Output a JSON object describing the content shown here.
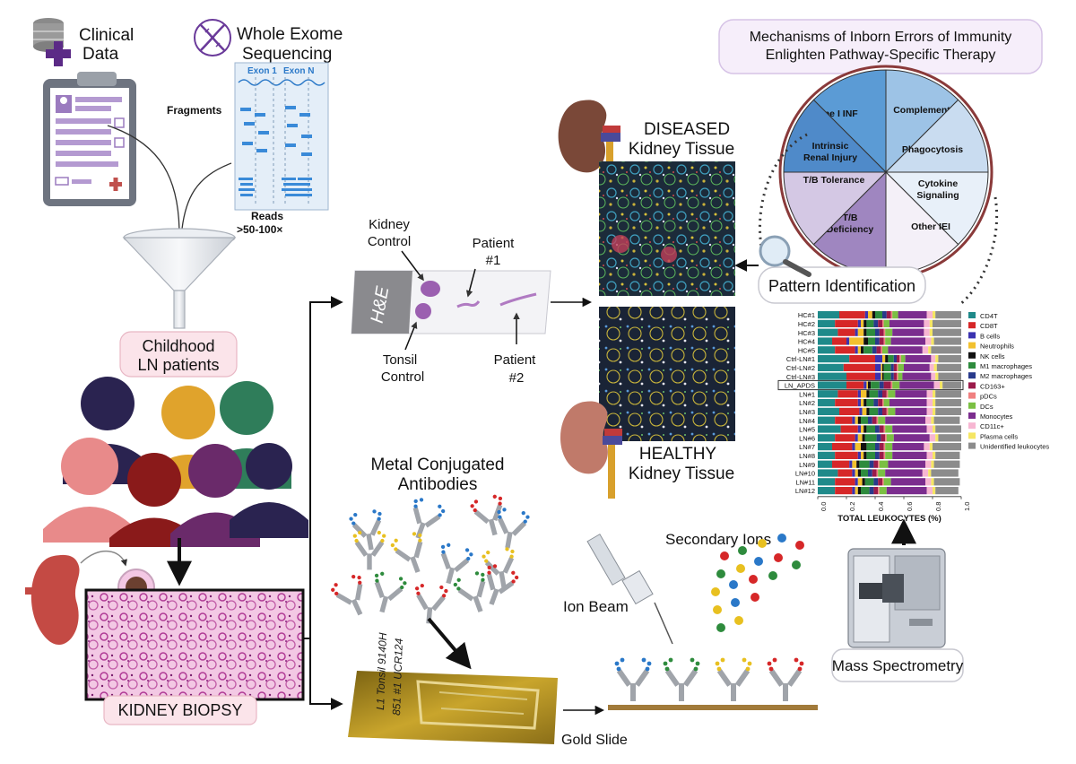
{
  "clinical": {
    "title_line1": "Clinical",
    "title_line2": "Data"
  },
  "wes": {
    "title_line1": "Whole Exome",
    "title_line2": "Sequencing",
    "exon1": "Exon 1",
    "exonN": "Exon N",
    "fragments": "Fragments",
    "reads_line1": "Reads",
    "reads_line2": ">50-100×"
  },
  "patients": {
    "label_line1": "Childhood",
    "label_line2": "LN patients"
  },
  "biopsy": {
    "label": "KIDNEY BIOPSY"
  },
  "slide": {
    "he": "H&E",
    "kidney_control_1": "Kidney",
    "kidney_control_2": "Control",
    "patient1_1": "Patient",
    "patient1_2": "#1",
    "tonsil_1": "Tonsil",
    "tonsil_2": "Control",
    "patient2_1": "Patient",
    "patient2_2": "#2"
  },
  "tissue": {
    "diseased_1": "DISEASED",
    "diseased_2": "Kidney Tissue",
    "healthy_1": "HEALTHY",
    "healthy_2": "Kidney Tissue"
  },
  "mechanisms": {
    "title_line1": "Mechanisms of Inborn Errors of Immunity",
    "title_line2": "Enlighten Pathway-Specific Therapy",
    "slices": [
      {
        "label": "Type I INF",
        "color": "#5b9bd5"
      },
      {
        "label": "Complement",
        "color": "#9dc3e6"
      },
      {
        "label": "Phagocytosis",
        "color": "#c9dcf0"
      },
      {
        "label": "Cytokine Signaling",
        "color": "#e8f0f9"
      },
      {
        "label": "Other IEI",
        "color": "#f4f0f8"
      },
      {
        "label": "T/B Deficiency",
        "color": "#9f86c0"
      },
      {
        "label": "T/B Tolerance",
        "color": "#d4c8e4"
      },
      {
        "label": "Intrinsic Renal Injury",
        "color": "#4f8ac9"
      }
    ]
  },
  "pattern": {
    "label": "Pattern Identification"
  },
  "antibodies": {
    "title_line1": "Metal Conjugated",
    "title_line2": "Antibodies"
  },
  "ms": {
    "ion_beam": "Ion Beam",
    "secondary_ions": "Secondary Ions",
    "mass_spec": "Mass Spectrometry",
    "gold_slide": "Gold Slide",
    "slide_text": "L1 Tonsil 9140H 851 #1 UCR124"
  },
  "chart_data": {
    "type": "bar",
    "orientation": "horizontal-stacked",
    "xlabel": "TOTAL LEUKOCYTES (%)",
    "xlim": [
      0,
      1
    ],
    "ticks": [
      "0.0",
      "0.2",
      "0.4",
      "0.6",
      "0.8",
      "1.0"
    ],
    "categories": [
      "HC#1",
      "HC#2",
      "HC#3",
      "HC#4",
      "HC#5",
      "Ctrl-LN#1",
      "Ctrl-LN#2",
      "Ctrl-LN#3",
      "LN_APDS",
      "LN#1",
      "LN#2",
      "LN#3",
      "LN#4",
      "LN#5",
      "LN#6",
      "LN#7",
      "LN#8",
      "LN#9",
      "LN#10",
      "LN#11",
      "LN#12"
    ],
    "highlight": "LN_APDS",
    "series": [
      {
        "name": "CD4T",
        "color": "#1f8a8a",
        "values": [
          0.15,
          0.12,
          0.14,
          0.1,
          0.12,
          0.22,
          0.18,
          0.2,
          0.2,
          0.14,
          0.12,
          0.15,
          0.12,
          0.16,
          0.12,
          0.1,
          0.12,
          0.1,
          0.14,
          0.12,
          0.12
        ]
      },
      {
        "name": "CD8T",
        "color": "#d62728",
        "values": [
          0.18,
          0.16,
          0.12,
          0.1,
          0.14,
          0.18,
          0.22,
          0.2,
          0.12,
          0.14,
          0.16,
          0.14,
          0.12,
          0.12,
          0.14,
          0.14,
          0.16,
          0.12,
          0.1,
          0.14,
          0.12
        ]
      },
      {
        "name": "B cells",
        "color": "#3b33b0",
        "values": [
          0.02,
          0.02,
          0.02,
          0.02,
          0.02,
          0.05,
          0.04,
          0.04,
          0.02,
          0.02,
          0.02,
          0.02,
          0.02,
          0.02,
          0.02,
          0.02,
          0.02,
          0.02,
          0.02,
          0.02,
          0.02
        ]
      },
      {
        "name": "Neutrophils",
        "color": "#f2c12e",
        "values": [
          0.03,
          0.02,
          0.04,
          0.1,
          0.02,
          0.02,
          0.01,
          0.01,
          0.01,
          0.04,
          0.02,
          0.03,
          0.02,
          0.02,
          0.03,
          0.04,
          0.02,
          0.03,
          0.02,
          0.03,
          0.02
        ]
      },
      {
        "name": "NK cells",
        "color": "#111111",
        "values": [
          0.02,
          0.02,
          0.02,
          0.03,
          0.02,
          0.02,
          0.01,
          0.01,
          0.02,
          0.02,
          0.02,
          0.02,
          0.02,
          0.02,
          0.02,
          0.04,
          0.02,
          0.02,
          0.02,
          0.02,
          0.02
        ]
      },
      {
        "name": "M1 macrophages",
        "color": "#2e8b3d",
        "values": [
          0.05,
          0.05,
          0.06,
          0.05,
          0.06,
          0.04,
          0.05,
          0.05,
          0.06,
          0.06,
          0.05,
          0.06,
          0.05,
          0.06,
          0.08,
          0.06,
          0.06,
          0.07,
          0.05,
          0.06,
          0.06
        ]
      },
      {
        "name": "M2 macrophages",
        "color": "#283a8c",
        "values": [
          0.03,
          0.03,
          0.03,
          0.03,
          0.03,
          0.02,
          0.02,
          0.02,
          0.03,
          0.03,
          0.03,
          0.03,
          0.03,
          0.03,
          0.03,
          0.03,
          0.03,
          0.03,
          0.03,
          0.03,
          0.03
        ]
      },
      {
        "name": "CD163+",
        "color": "#9b1b4a",
        "values": [
          0.03,
          0.03,
          0.03,
          0.03,
          0.03,
          0.02,
          0.02,
          0.02,
          0.05,
          0.03,
          0.03,
          0.03,
          0.03,
          0.03,
          0.03,
          0.03,
          0.03,
          0.03,
          0.03,
          0.03,
          0.03
        ]
      },
      {
        "name": "pDCs",
        "color": "#f08080",
        "values": [
          0.01,
          0.01,
          0.01,
          0.01,
          0.01,
          0.01,
          0.01,
          0.01,
          0.01,
          0.01,
          0.01,
          0.01,
          0.01,
          0.01,
          0.01,
          0.01,
          0.01,
          0.01,
          0.01,
          0.01,
          0.01
        ]
      },
      {
        "name": "DCs",
        "color": "#7bc043",
        "values": [
          0.04,
          0.04,
          0.05,
          0.04,
          0.04,
          0.03,
          0.04,
          0.03,
          0.05,
          0.05,
          0.04,
          0.05,
          0.05,
          0.05,
          0.05,
          0.05,
          0.05,
          0.06,
          0.05,
          0.05,
          0.05
        ]
      },
      {
        "name": "Monocytes",
        "color": "#7b2d8e",
        "values": [
          0.2,
          0.24,
          0.22,
          0.24,
          0.24,
          0.18,
          0.18,
          0.2,
          0.24,
          0.22,
          0.26,
          0.22,
          0.28,
          0.24,
          0.25,
          0.22,
          0.24,
          0.26,
          0.26,
          0.24,
          0.28
        ]
      },
      {
        "name": "CD11c+",
        "color": "#f7b6d2",
        "values": [
          0.04,
          0.04,
          0.04,
          0.04,
          0.04,
          0.03,
          0.03,
          0.03,
          0.04,
          0.04,
          0.04,
          0.04,
          0.04,
          0.04,
          0.04,
          0.04,
          0.04,
          0.04,
          0.04,
          0.04,
          0.04
        ]
      },
      {
        "name": "Plasma cells",
        "color": "#f5e663",
        "values": [
          0.02,
          0.02,
          0.02,
          0.02,
          0.02,
          0.02,
          0.02,
          0.02,
          0.02,
          0.02,
          0.02,
          0.02,
          0.02,
          0.02,
          0.02,
          0.02,
          0.02,
          0.02,
          0.02,
          0.02,
          0.02
        ]
      },
      {
        "name": "Unidentified leukocytes",
        "color": "#8c8c8c",
        "values": [
          0.18,
          0.2,
          0.2,
          0.19,
          0.21,
          0.16,
          0.17,
          0.16,
          0.13,
          0.18,
          0.18,
          0.18,
          0.18,
          0.18,
          0.16,
          0.2,
          0.17,
          0.18,
          0.19,
          0.18,
          0.16
        ]
      }
    ]
  }
}
